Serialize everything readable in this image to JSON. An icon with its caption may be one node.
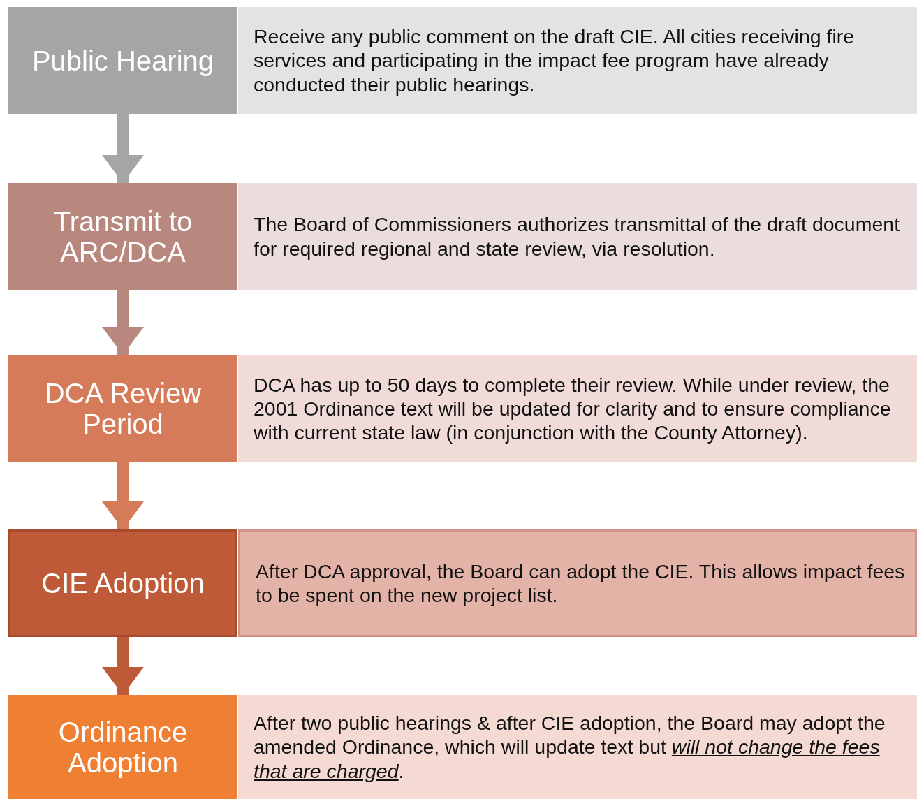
{
  "diagram": {
    "nodes": [
      {
        "text": [
          "Public Hearing"
        ]
      },
      {
        "text": [
          "Receive any public comment on the draft CIE. All cities receiving fire services and participating in the impact fee program have already conducted their public hearings."
        ]
      },
      {
        "text": [
          "Transmit to ARC/DCA"
        ]
      },
      {
        "text": [
          "The Board of Commissioners authorizes transmittal of the draft document for required regional and state review, via resolution."
        ]
      },
      {
        "text": [
          "DCA Review Period"
        ]
      },
      {
        "text": [
          "DCA has up to 50 days to complete their review.  While under review, the 2001 Ordinance text will be updated for clarity and to ensure compliance with current state law (in conjunction with the County Attorney)."
        ]
      },
      {
        "text": [
          "CIE Adoption"
        ]
      },
      {
        "text": [
          "After DCA approval, the Board can adopt the CIE.  This allows impact fees to be spent on the new project list."
        ]
      },
      {
        "text": [
          "Ordinance Adoption"
        ]
      },
      {
        "text": [
          "After two public hearings & after CIE adoption, the Board may adopt the amended Ordinance, which will update text but *will not change the fees that are charged*."
        ]
      }
    ],
    "edges": [
      {
        "from": 0,
        "to": 2,
        "arrow": "to",
        "color": "#a5a5a5"
      },
      {
        "from": 2,
        "to": 4,
        "arrow": "to",
        "color": "#b8877e"
      },
      {
        "from": 4,
        "to": 6,
        "arrow": "to",
        "color": "#d57b5a"
      },
      {
        "from": 6,
        "to": 8,
        "arrow": "to",
        "color": "#be5a37"
      }
    ]
  }
}
